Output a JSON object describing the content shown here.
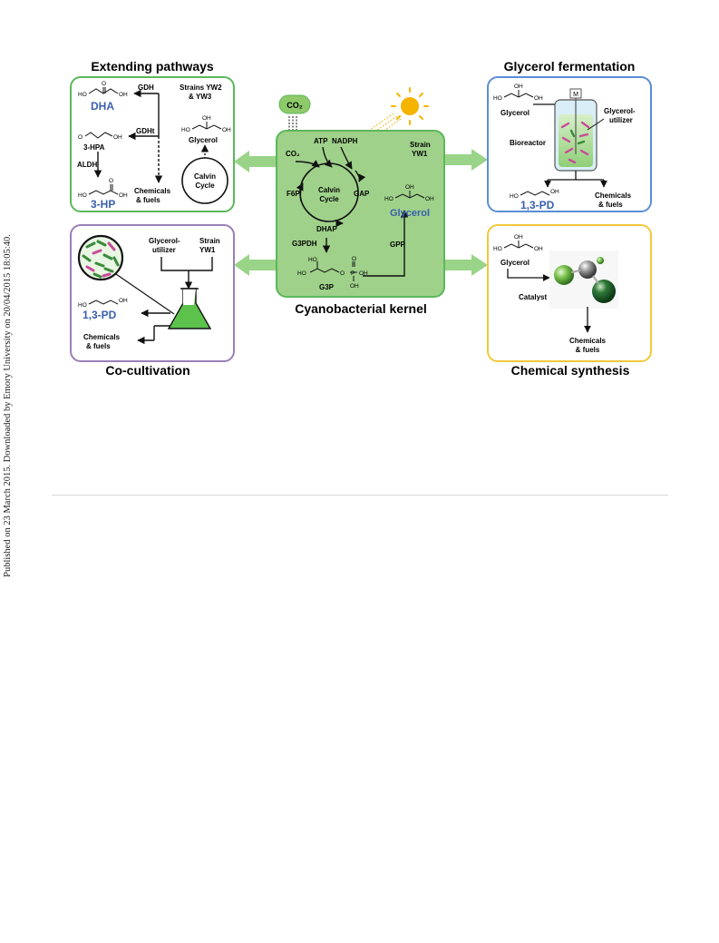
{
  "side_note": "Published on 23 March 2015. Downloaded by Emory University on 20/04/2015 18:05:40.",
  "colors": {
    "green_border": "#5bb85b",
    "green_fill": "#9fd18a",
    "purple_border": "#9b7fb8",
    "blue_border": "#5b8ed6",
    "yellow_border": "#f0c93c",
    "blue_text": "#3a5fb0",
    "arrow_green": "#9ad488",
    "sun": "#f5b400"
  },
  "panels": {
    "extending": {
      "title": "Extending pathways",
      "gdh": "GDH",
      "strains": [
        "Strains YW2",
        "& YW3"
      ],
      "dha": "DHA",
      "gdht": "GDHt",
      "hpa": "3-HPA",
      "glycerol": "Glycerol",
      "aldh": "ALDH",
      "calvin": [
        "Calvin",
        "Cycle"
      ],
      "chemicals": [
        "Chemicals",
        "& fuels"
      ],
      "hp": "3-HP"
    },
    "cocultivation": {
      "title": "Co-cultivation",
      "utilizer": [
        "Glycerol-",
        "utilizer"
      ],
      "strain": [
        "Strain",
        "YW1"
      ],
      "pd": "1,3-PD",
      "chemicals": [
        "Chemicals",
        "& fuels"
      ]
    },
    "kernel": {
      "title": "Cyanobacterial kernel",
      "co2_bubble": "CO₂",
      "co2": "CO₂",
      "atp": "ATP",
      "nadph": "NADPH",
      "strain": [
        "Strain",
        "YW1"
      ],
      "calvin": [
        "Calvin",
        "Cycle"
      ],
      "f6p": "F6P",
      "gap": "GAP",
      "dhap": "DHAP",
      "g3pdh": "G3PDH",
      "g3p": "G3P",
      "gpp": "GPP",
      "glycerol": "Glycerol"
    },
    "fermentation": {
      "title": "Glycerol fermentation",
      "glycerol": "Glycerol",
      "utilizer": [
        "Glycerol-",
        "utilizer"
      ],
      "bioreactor": "Bioreactor",
      "motor": "M",
      "pd": "1,3-PD",
      "chemicals": [
        "Chemicals",
        "& fuels"
      ]
    },
    "synthesis": {
      "title": "Chemical synthesis",
      "glycerol": "Glycerol",
      "catalyst": "Catalyst",
      "chemicals": [
        "Chemicals",
        "& fuels"
      ]
    }
  },
  "mol": {
    "ho": "HO",
    "oh": "OH",
    "o": "O",
    "p": "P"
  }
}
